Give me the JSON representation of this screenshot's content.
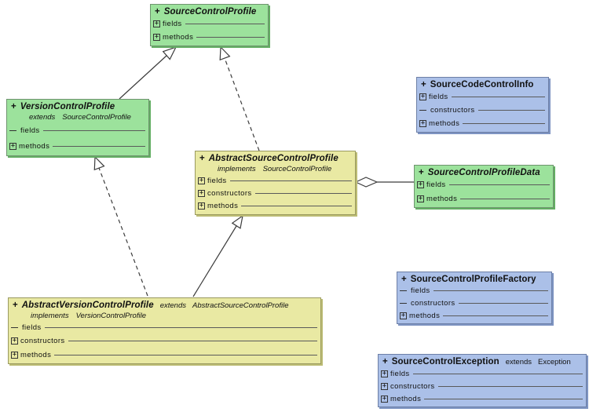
{
  "palette": {
    "interface_fill": "#9CE29C",
    "abstract_fill": "#E9E9A3",
    "class_fill": "#ABC0E8"
  },
  "icons": {
    "expand_glyph": "+"
  },
  "diagram": {
    "classes": [
      {
        "visibility": "+",
        "name": "SourceControlProfile",
        "kind": "interface",
        "rows": [
          {
            "icon": "expand",
            "label": "fields"
          },
          {
            "icon": "expand",
            "label": "methods"
          }
        ]
      },
      {
        "visibility": "+",
        "name": "VersionControlProfile",
        "kind": "interface",
        "sub_relation": {
          "keyword": "extends",
          "target": "SourceControlProfile"
        },
        "rows": [
          {
            "icon": "empty",
            "label": "fields"
          },
          {
            "icon": "expand",
            "label": "methods"
          }
        ]
      },
      {
        "visibility": "+",
        "name": "AbstractSourceControlProfile",
        "kind": "abstract-class",
        "sub_relation": {
          "keyword": "implements",
          "target": "SourceControlProfile"
        },
        "rows": [
          {
            "icon": "expand",
            "label": "fields"
          },
          {
            "icon": "expand",
            "label": "constructors"
          },
          {
            "icon": "expand",
            "label": "methods"
          }
        ]
      },
      {
        "visibility": "+",
        "name": "SourceCodeControlInfo",
        "kind": "class",
        "rows": [
          {
            "icon": "expand",
            "label": "fields"
          },
          {
            "icon": "empty",
            "label": "constructors"
          },
          {
            "icon": "expand",
            "label": "methods"
          }
        ]
      },
      {
        "visibility": "+",
        "name": "SourceControlProfileData",
        "kind": "interface",
        "rows": [
          {
            "icon": "expand",
            "label": "fields"
          },
          {
            "icon": "expand",
            "label": "methods"
          }
        ]
      },
      {
        "visibility": "+",
        "name": "AbstractVersionControlProfile",
        "kind": "abstract-class",
        "inline_relation": {
          "keyword": "extends",
          "target": "AbstractSourceControlProfile"
        },
        "sub_relation": {
          "keyword": "implements",
          "target": "VersionControlProfile"
        },
        "rows": [
          {
            "icon": "empty",
            "label": "fields"
          },
          {
            "icon": "expand",
            "label": "constructors"
          },
          {
            "icon": "expand",
            "label": "methods"
          }
        ]
      },
      {
        "visibility": "+",
        "name": "SourceControlProfileFactory",
        "kind": "class",
        "rows": [
          {
            "icon": "empty",
            "label": "fields"
          },
          {
            "icon": "empty",
            "label": "constructors"
          },
          {
            "icon": "expand",
            "label": "methods"
          }
        ]
      },
      {
        "visibility": "+",
        "name": "SourceControlException",
        "kind": "class",
        "inline_relation": {
          "keyword": "extends",
          "target": "Exception"
        },
        "rows": [
          {
            "icon": "expand",
            "label": "fields"
          },
          {
            "icon": "expand",
            "label": "constructors"
          },
          {
            "icon": "expand",
            "label": "methods"
          }
        ]
      }
    ],
    "relationships": [
      {
        "from": "VersionControlProfile",
        "to": "SourceControlProfile",
        "type": "generalization"
      },
      {
        "from": "AbstractSourceControlProfile",
        "to": "SourceControlProfile",
        "type": "realization"
      },
      {
        "from": "AbstractVersionControlProfile",
        "to": "VersionControlProfile",
        "type": "realization"
      },
      {
        "from": "AbstractVersionControlProfile",
        "to": "AbstractSourceControlProfile",
        "type": "generalization"
      },
      {
        "from": "AbstractSourceControlProfile",
        "to": "SourceControlProfileData",
        "type": "aggregation"
      }
    ]
  }
}
